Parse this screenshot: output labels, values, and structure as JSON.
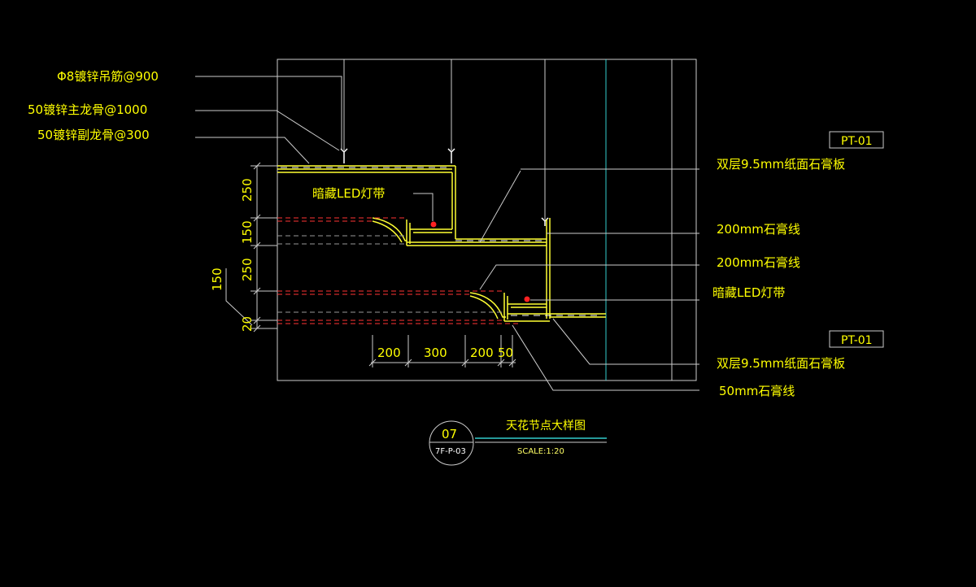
{
  "labels": {
    "hanger": "Φ8镀锌吊筋@900",
    "main_keel": "50镀锌主龙骨@1000",
    "sub_keel": "50镀锌副龙骨@300",
    "gypsum_board_top": "双层9.5mm纸面石膏板",
    "gypsum_line_200_a": "200mm石膏线",
    "gypsum_line_200_b": "200mm石膏线",
    "led_left": "暗藏LED灯带",
    "led_right": "暗藏LED灯带",
    "gypsum_board_bottom": "双层9.5mm纸面石膏板",
    "gypsum_line_50": "50mm石膏线"
  },
  "tags": {
    "pt_top": "PT-01",
    "pt_bottom": "PT-01"
  },
  "dimensions": {
    "vertical": [
      "250",
      "150",
      "250",
      "20"
    ],
    "vertical_outer": "150",
    "horizontal": [
      "200",
      "300",
      "200",
      "50"
    ]
  },
  "title_block": {
    "number": "07",
    "sheet": "7F-P-03",
    "title": "天花节点大样图",
    "scale": "SCALE:1:20"
  },
  "colors": {
    "background": "#000000",
    "text": "#ffff00",
    "frame": "#cccccc",
    "section": "#ffff33",
    "hidden_line": "#ff3333",
    "cyan": "#33cccc",
    "led": "#ff2222"
  }
}
